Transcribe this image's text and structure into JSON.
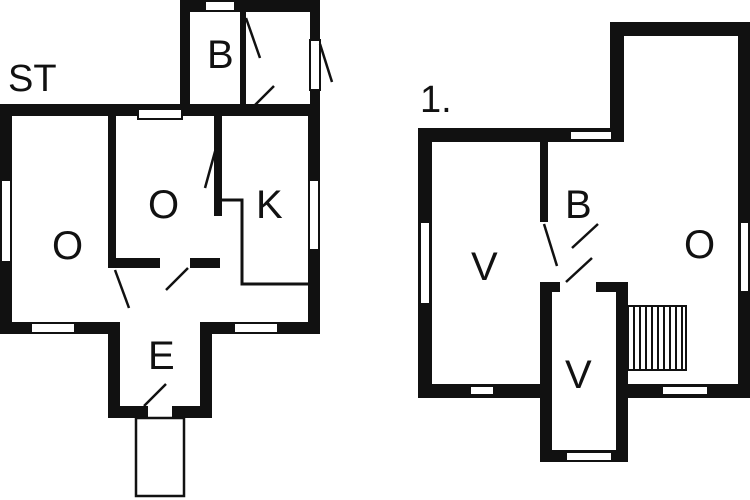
{
  "colors": {
    "wall": "#111111",
    "background": "#ffffff",
    "window": "#ffffff"
  },
  "floors": [
    {
      "label": "ST",
      "rooms": [
        {
          "id": "o-left",
          "label": "O"
        },
        {
          "id": "o-mid",
          "label": "O"
        },
        {
          "id": "b",
          "label": "B"
        },
        {
          "id": "k",
          "label": "K"
        },
        {
          "id": "e",
          "label": "E"
        }
      ]
    },
    {
      "label": "1.",
      "rooms": [
        {
          "id": "v-left",
          "label": "V"
        },
        {
          "id": "b",
          "label": "B"
        },
        {
          "id": "o",
          "label": "O"
        },
        {
          "id": "v-bottom",
          "label": "V"
        }
      ]
    }
  ]
}
